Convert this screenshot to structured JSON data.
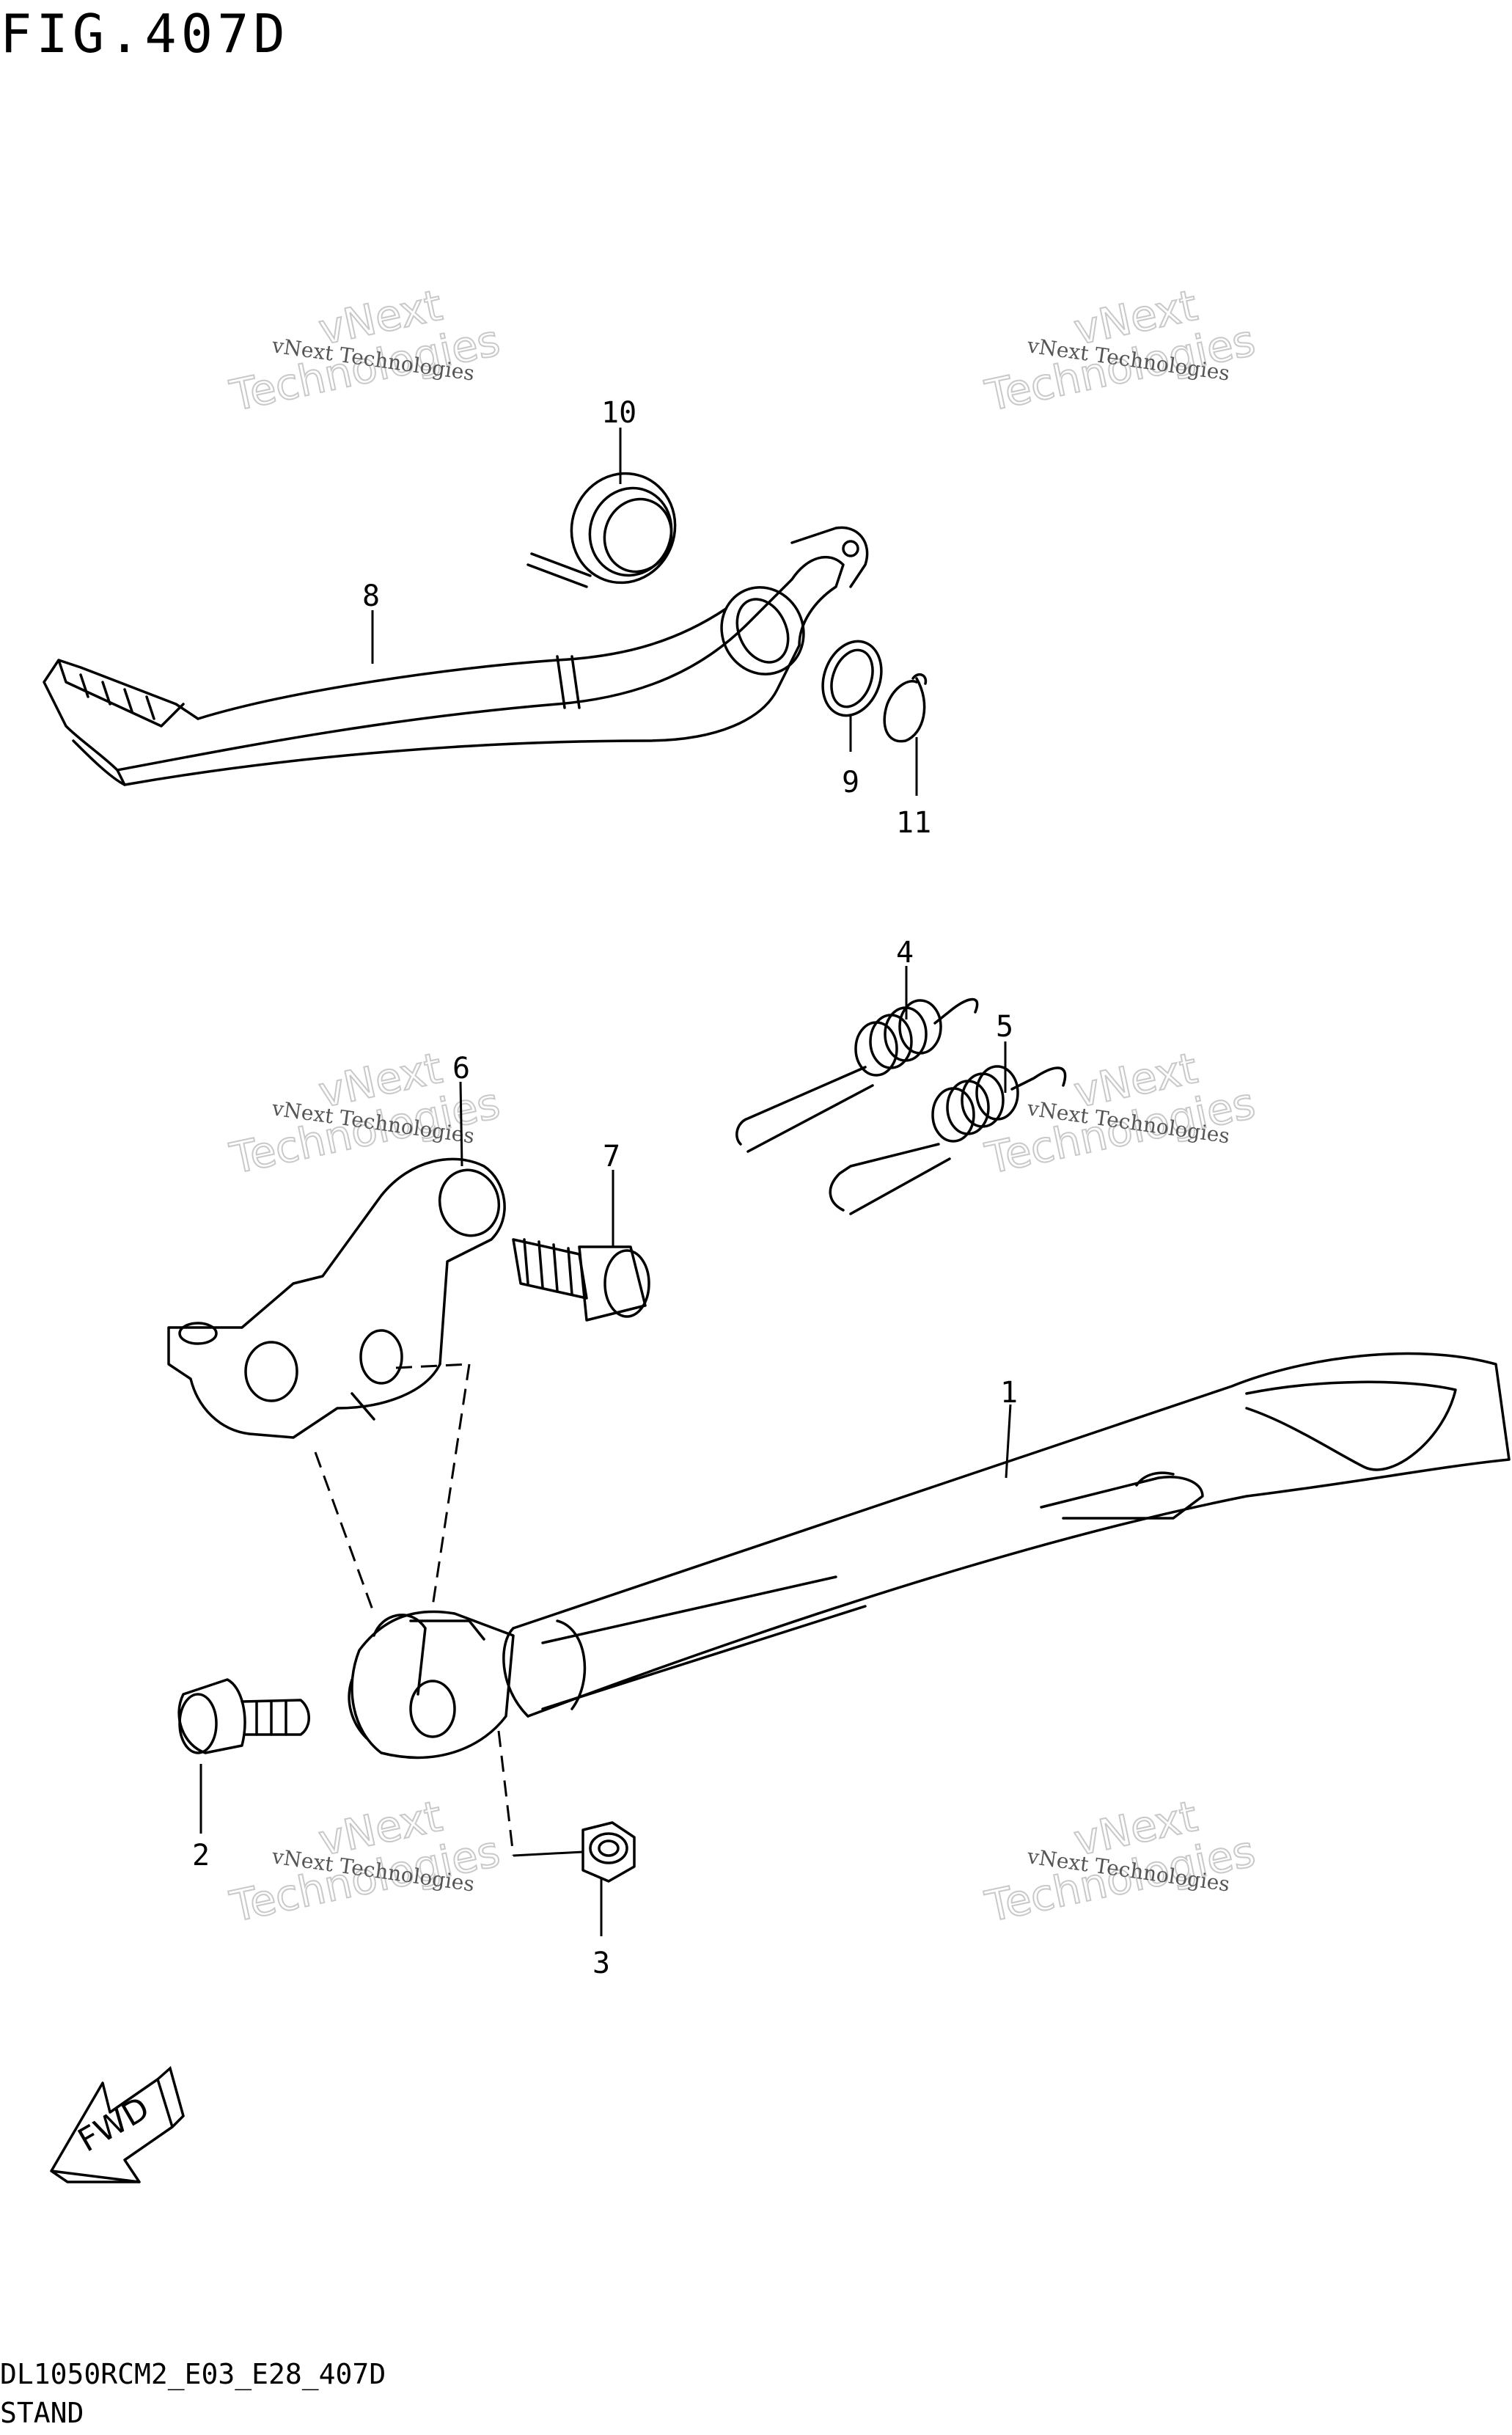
{
  "figure": {
    "title": "FIG.407D",
    "model_code": "DL1050RCM2_E03_E28_407D",
    "section_name": "STAND"
  },
  "watermark": {
    "line1": "vNext Technologies",
    "line2a": "vNext",
    "line2b": "Technologies"
  },
  "callouts": [
    "1",
    "2",
    "3",
    "4",
    "5",
    "6",
    "7",
    "8",
    "9",
    "10",
    "11"
  ],
  "fwd_label": "FWD"
}
